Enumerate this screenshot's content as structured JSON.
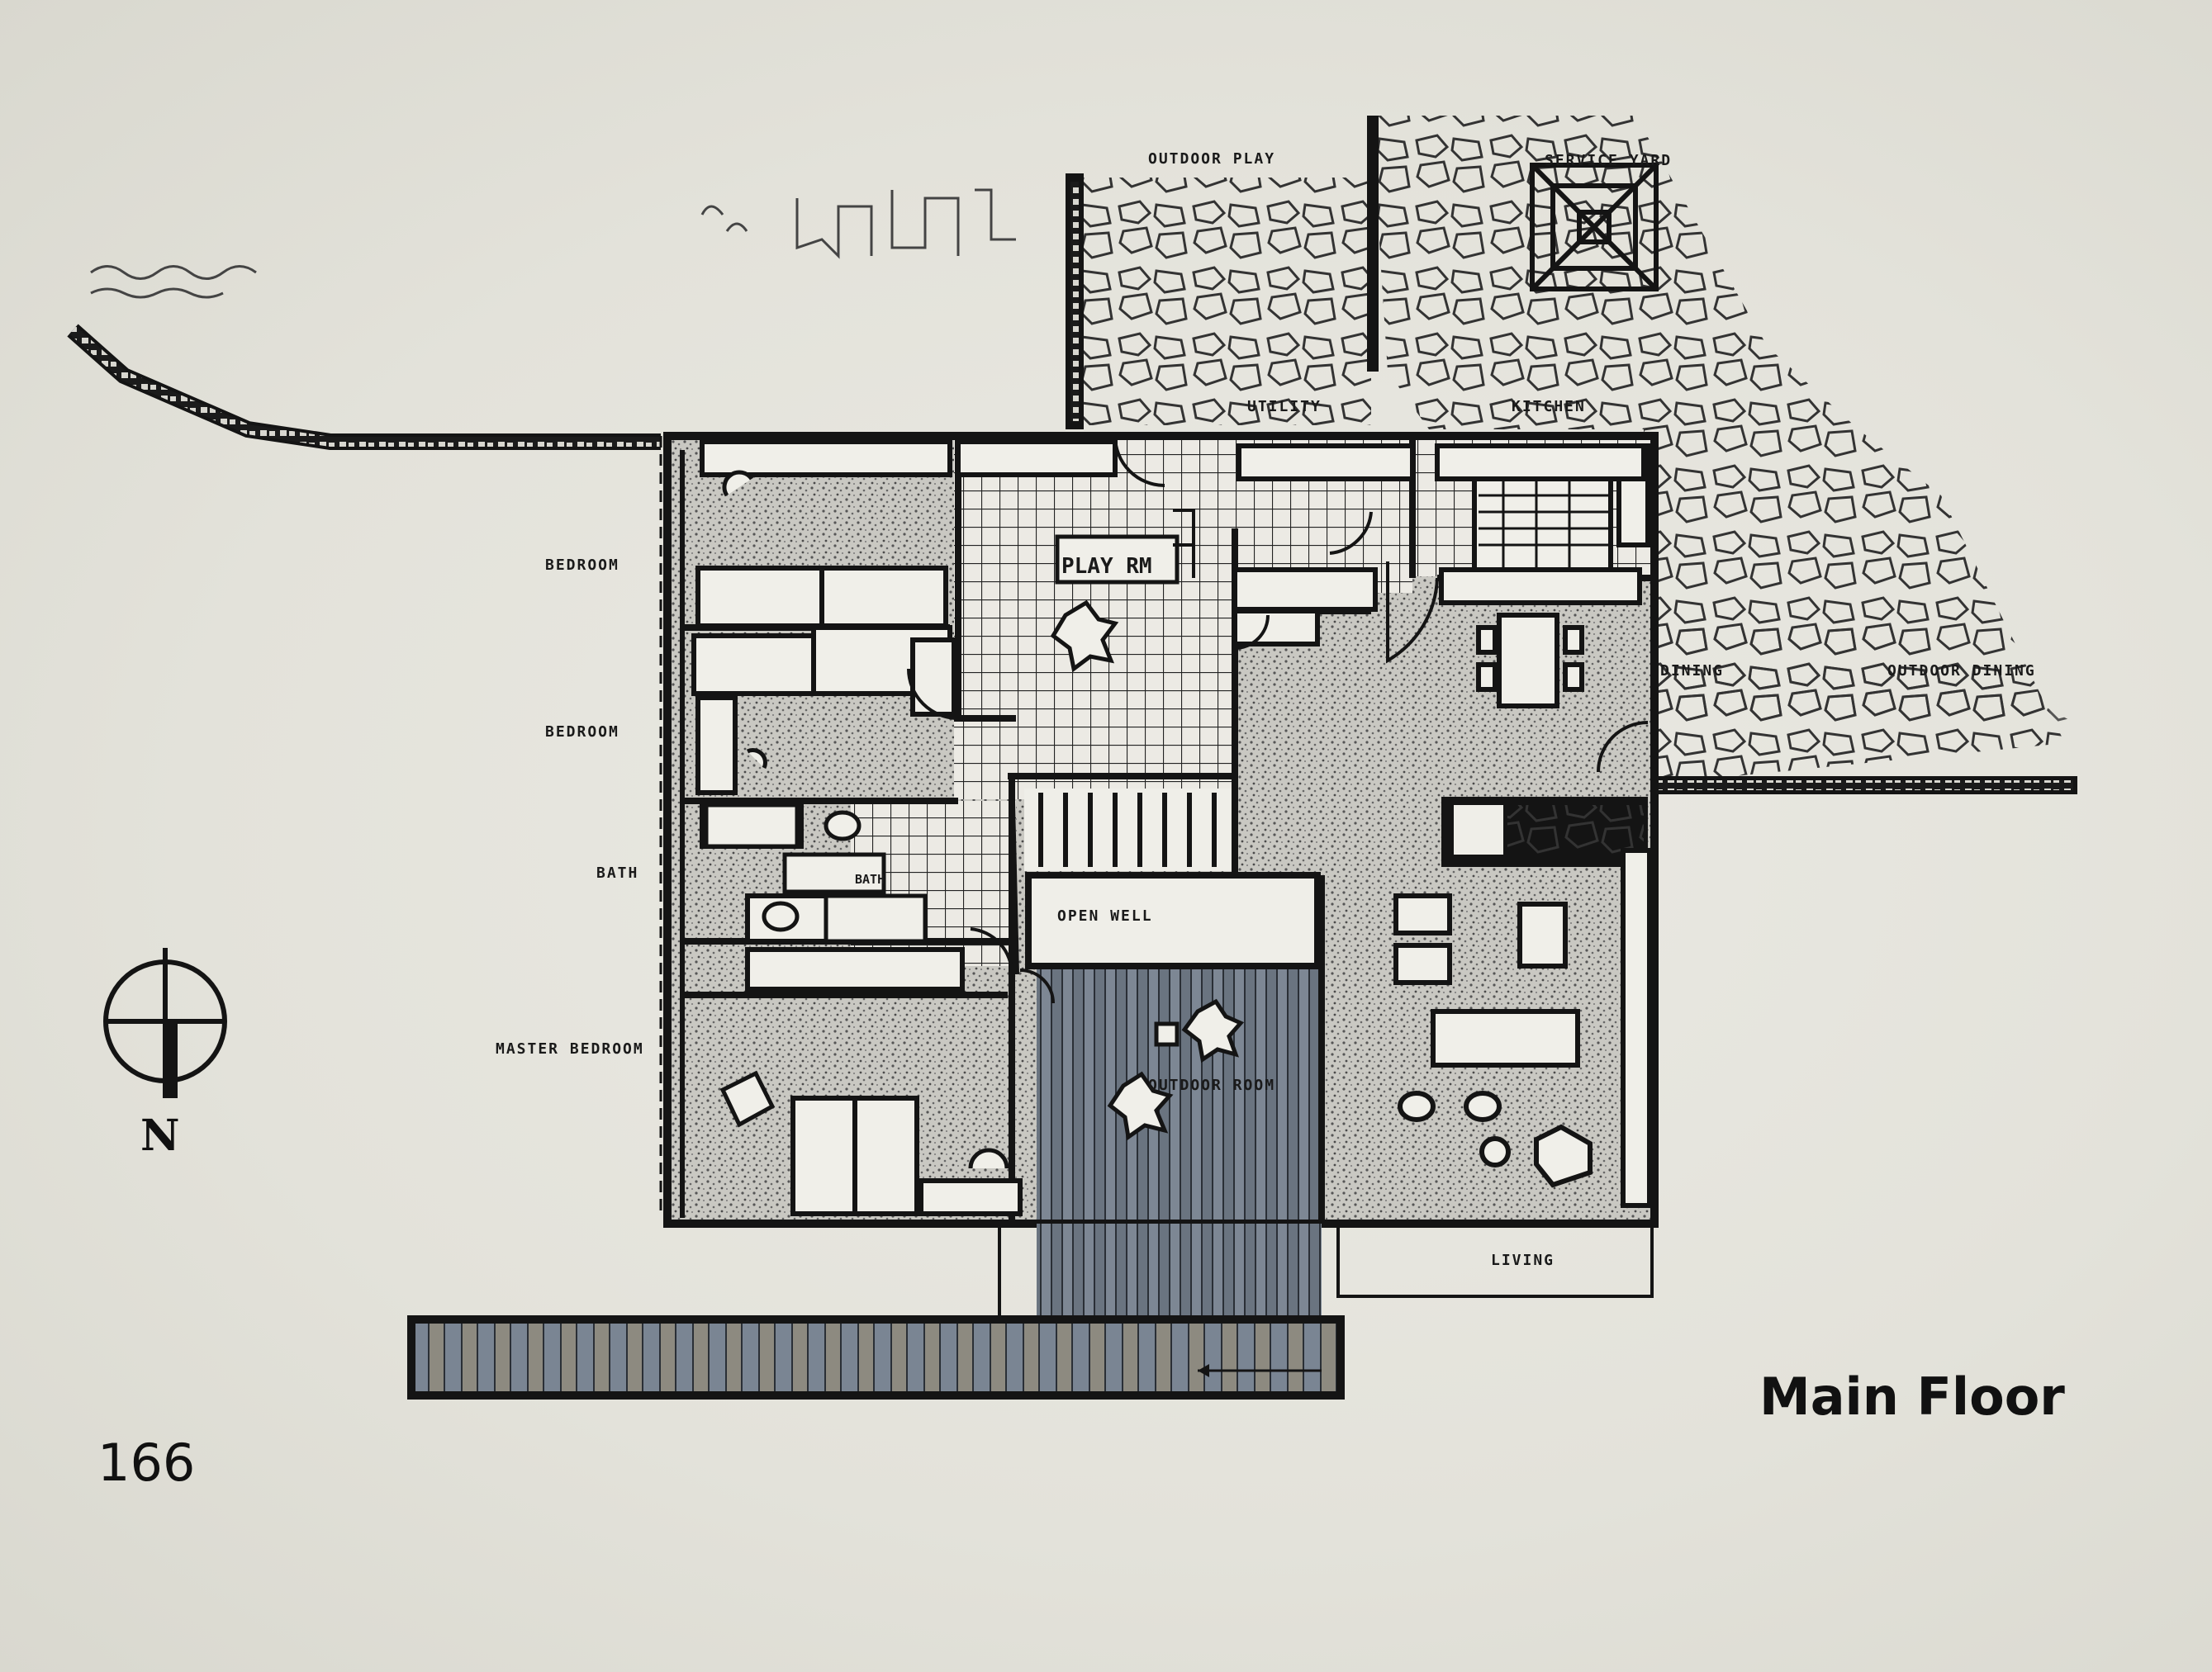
{
  "title": "Main Floor",
  "page_number": "166",
  "compass": {
    "label": "N",
    "icon": "north-arrow-icon"
  },
  "rooms": {
    "outdoor_play": "OUTDOOR PLAY",
    "service_yard": "SERVICE YARD",
    "utility": "UTILITY",
    "kitchen": "KITCHEN",
    "play_rm": "PLAY RM",
    "bedroom_1": "BEDROOM",
    "bedroom_2": "BEDROOM",
    "bath_1": "BATH",
    "bath_2": "BATH",
    "master_bedroom": "MASTER BEDROOM",
    "open_well": "OPEN WELL",
    "outdoor_room": "OUTDOOR ROOM",
    "dining": "DINING",
    "outdoor_dining": "OUTDOOR DINING",
    "living": "LIVING"
  },
  "colors": {
    "ink": "#141414",
    "paper": "#e6e5de",
    "stipple": "#9a9a96",
    "deck": "#6e7a88"
  }
}
